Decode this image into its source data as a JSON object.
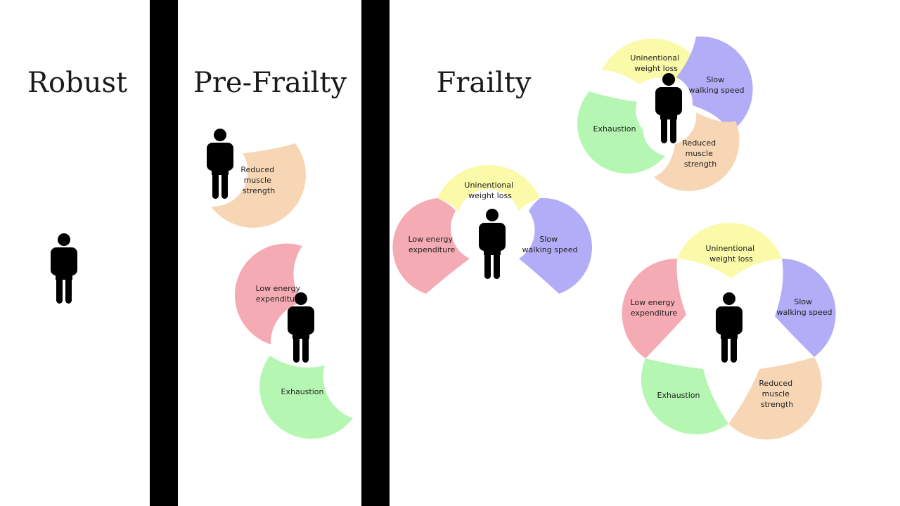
{
  "stages": {
    "robust": "Robust",
    "pre_frailty": "Pre-Frailty",
    "frailty": "Frailty"
  },
  "criteria": {
    "weight_loss": [
      "Uninentional",
      "weight loss"
    ],
    "walking_speed": [
      "Slow",
      "walking speed"
    ],
    "muscle_strength": [
      "Reduced",
      "muscle",
      "strength"
    ],
    "exhaustion": [
      "Exhaustion"
    ],
    "low_energy": [
      "Low energy",
      "expenditure"
    ]
  },
  "colors": {
    "weight_loss": "#fafaa8",
    "walking_speed": "#b3acf6",
    "muscle_strength": "#f7d6b5",
    "exhaustion": "#b5f7b2",
    "low_energy": "#f4abb3",
    "figure": "#000000"
  },
  "icons": {
    "person": "person-icon"
  }
}
